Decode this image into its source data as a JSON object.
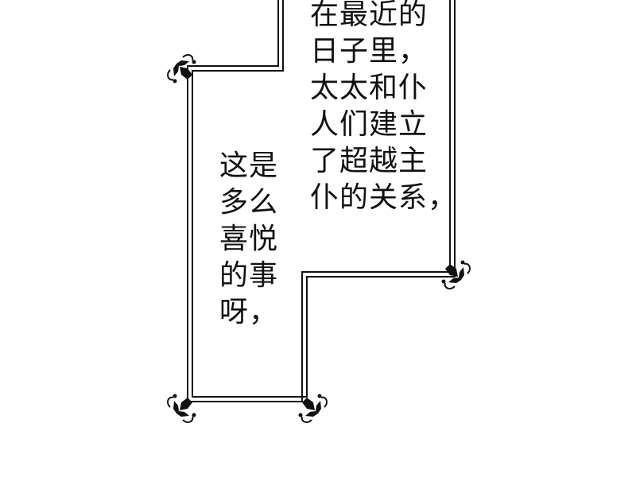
{
  "panel": {
    "text_right": [
      "在最近的",
      "日子里，",
      "太太和仆",
      "人们建立",
      "了超越主",
      "仆的关系，"
    ],
    "text_left": [
      "这是",
      "多么",
      "喜悦",
      "的事",
      "呀，"
    ]
  },
  "colors": {
    "ink": "#111111",
    "background": "#ffffff"
  },
  "icons": [
    "fleur-ornament-icon"
  ]
}
